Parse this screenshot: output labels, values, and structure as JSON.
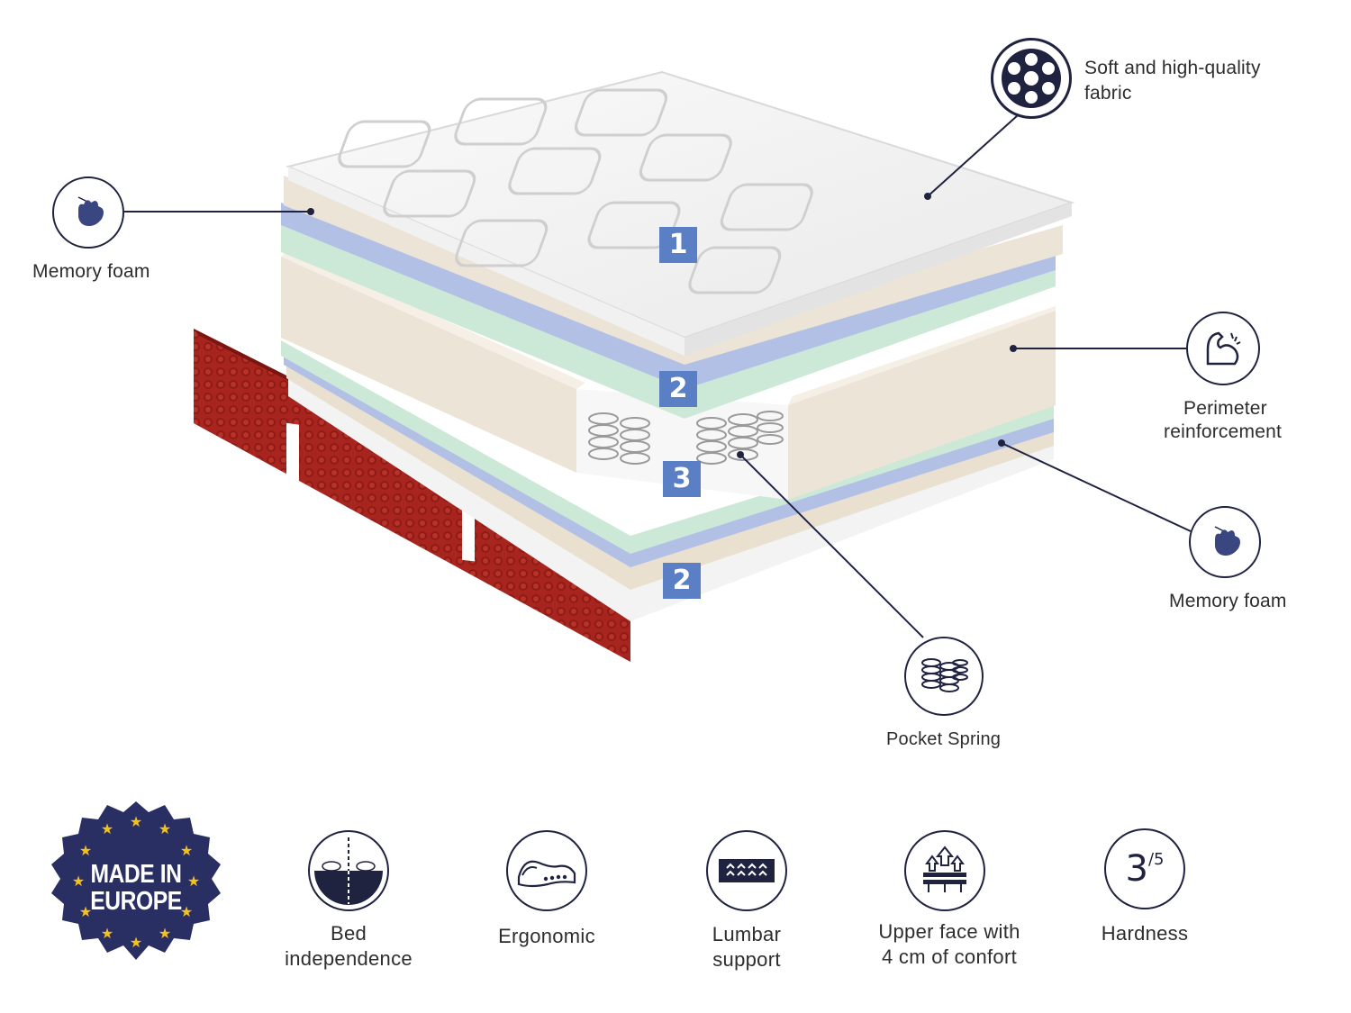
{
  "callouts": {
    "fabric": "Soft and high-quality fabric",
    "fabric_line1": "Soft and high-quality",
    "fabric_line2": "fabric",
    "memory_left": "Memory foam",
    "perimeter_line1": "Perimeter",
    "perimeter_line2": "reinforcement",
    "memory_right": "Memory foam",
    "pocket": "Pocket Spring"
  },
  "layers": {
    "badge1": "1",
    "badge2_top": "2",
    "badge3": "3",
    "badge2_bottom": "2"
  },
  "badge": {
    "line1": "MADE IN",
    "line2": "EUROPE"
  },
  "features": [
    {
      "line1": "Bed",
      "line2": "independence",
      "icon": "bed-independence-icon"
    },
    {
      "line1": "Ergonomic",
      "line2": "",
      "icon": "ergonomic-pillow-icon"
    },
    {
      "line1": "Lumbar",
      "line2": "support",
      "icon": "lumbar-support-icon"
    },
    {
      "line1": "Upper face with",
      "line2": "4 cm of confort",
      "icon": "upper-face-icon"
    },
    {
      "line1": "Hardness",
      "line2": "",
      "icon": "hardness-icon"
    }
  ],
  "hardness": {
    "value": "3",
    "scale": "/5"
  },
  "colors": {
    "navy": "#1f2340",
    "badge_blue": "#5a7fc4",
    "cover_red": "#a8241e",
    "foam_blue": "#b3c0e6",
    "foam_green": "#cce9d8",
    "foam_beige": "#ece4d6"
  }
}
